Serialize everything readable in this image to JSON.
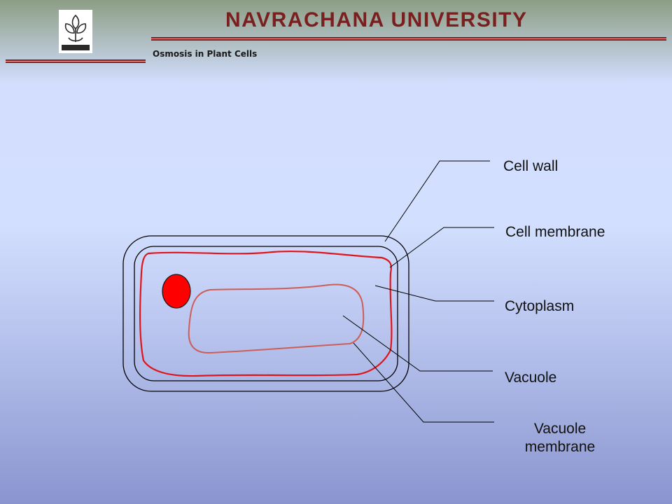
{
  "header": {
    "title": "NAVRACHANA  UNIVERSITY",
    "subtitle": "Osmosis in Plant Cells"
  },
  "diagram": {
    "labels": {
      "cell_wall": "Cell wall",
      "cell_membrane": "Cell membrane",
      "cytoplasm": "Cytoplasm",
      "vacuole": "Vacuole",
      "vacuole_membrane_line1": "Vacuole",
      "vacuole_membrane_line2": "membrane"
    }
  },
  "colors": {
    "title": "#7a1f1f",
    "rule": "#8b1a1a",
    "membrane": "#e0141b",
    "vacuole_membrane": "#cc5e58",
    "nucleus": "#ff0000"
  }
}
